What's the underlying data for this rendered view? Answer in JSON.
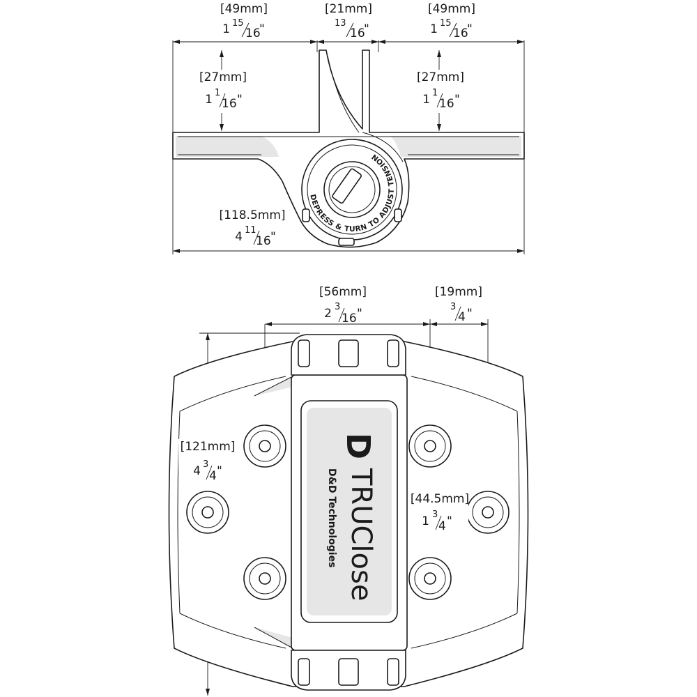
{
  "dimensions": {
    "top_left_width": {
      "mm": "49mm",
      "whole": "1",
      "num": "15",
      "den": "16",
      "unit": "\""
    },
    "top_center_width": {
      "mm": "21mm",
      "whole": "",
      "num": "13",
      "den": "16",
      "unit": "\""
    },
    "top_right_width": {
      "mm": "49mm",
      "whole": "1",
      "num": "15",
      "den": "16",
      "unit": "\""
    },
    "left_leaf_height": {
      "mm": "27mm",
      "whole": "1",
      "num": "1",
      "den": "16",
      "unit": "\""
    },
    "right_leaf_height": {
      "mm": "27mm",
      "whole": "1",
      "num": "1",
      "den": "16",
      "unit": "\""
    },
    "overall_width": {
      "mm": "118.5mm",
      "whole": "4",
      "num": "11",
      "den": "16",
      "unit": "\""
    },
    "bottom_center_width": {
      "mm": "56mm",
      "whole": "2",
      "num": "3",
      "den": "16",
      "unit": "\""
    },
    "bottom_hole_offset": {
      "mm": "19mm",
      "whole": "",
      "num": "3",
      "den": "4",
      "unit": "\""
    },
    "overall_height": {
      "mm": "121mm",
      "whole": "4",
      "num": "3",
      "den": "4",
      "unit": "\""
    },
    "hole_spacing": {
      "mm": "44.5mm",
      "whole": "1",
      "num": "3",
      "den": "4",
      "unit": "\""
    }
  },
  "knob": {
    "ring_text": "DEPRESS & TURN TO ADJUST TENSION"
  },
  "branding": {
    "logo_letter": "D",
    "product_name": "TRUClose",
    "maker": "D&D Technologies"
  },
  "colors": {
    "line": "#1a1a1a",
    "shade": "#e6e6e6",
    "background": "#ffffff"
  }
}
